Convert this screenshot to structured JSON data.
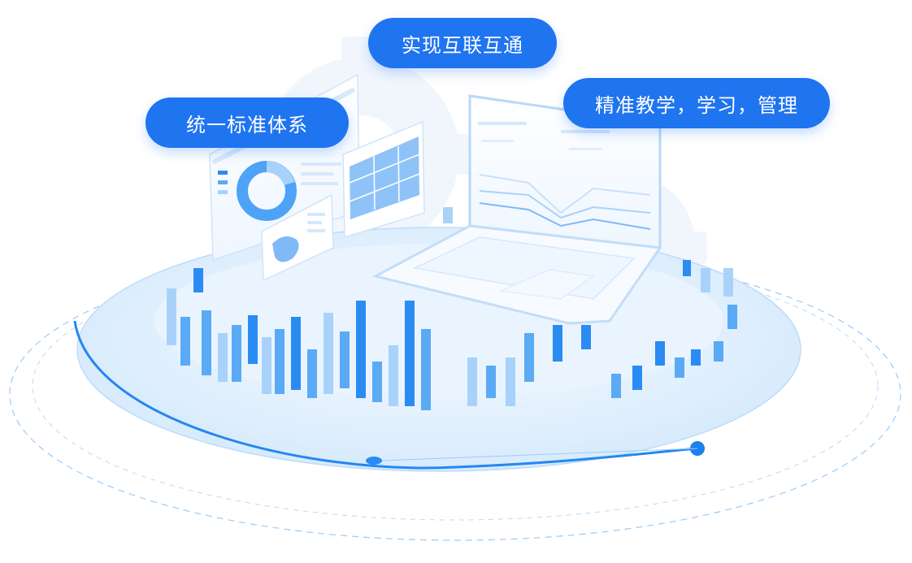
{
  "pills": [
    {
      "label": "统一标准体系"
    },
    {
      "label": "实现互联互通"
    },
    {
      "label": "精准教学，学习，管理"
    }
  ],
  "colors": {
    "accent": "#1f74f0",
    "bar_dark": "#2a8cf3",
    "bar_mid": "#5aaaf5",
    "bar_light": "#a9d2fa",
    "platform": "#e4f1fd"
  },
  "icons": [
    "gear-icon",
    "donut-chart-icon",
    "map-icon",
    "laptop-icon",
    "line-chart-icon"
  ]
}
